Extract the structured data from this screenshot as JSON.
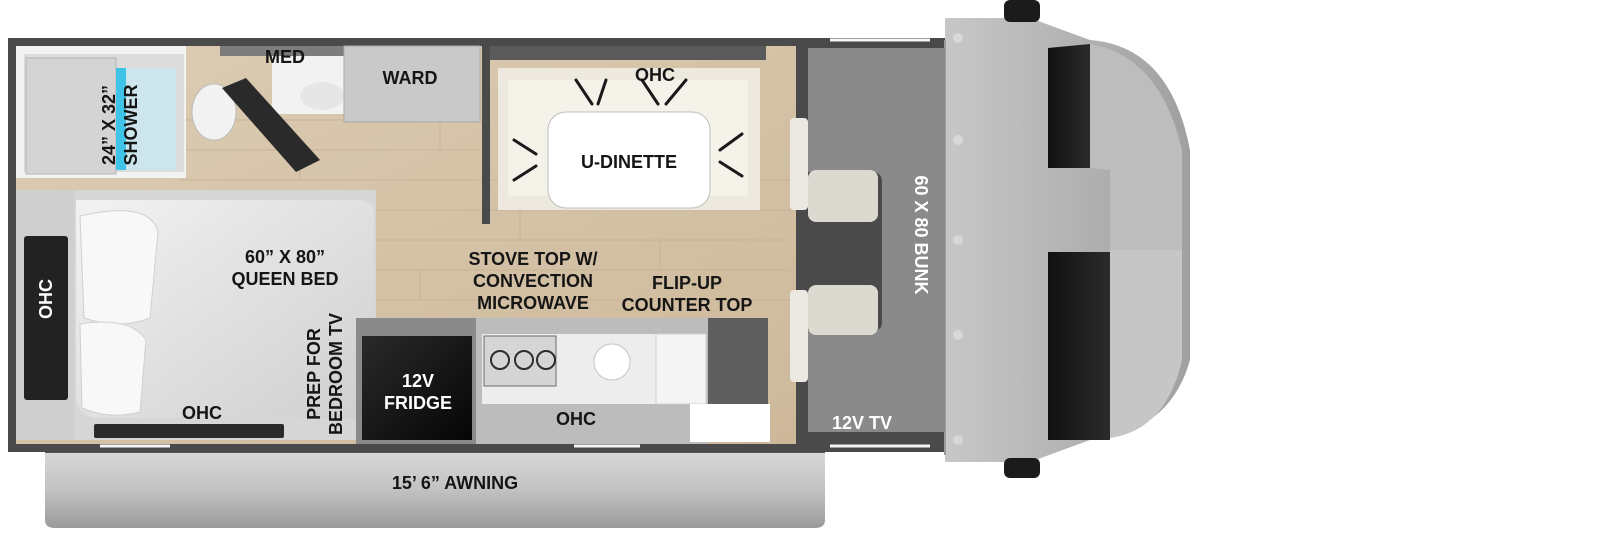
{
  "floorplan": {
    "labels": {
      "shower": "24” X 32”\nSHOWER",
      "shower_line1": "24” X 32”",
      "shower_line2": "SHOWER",
      "med": "MED",
      "ward": "WARD",
      "ohc_dinette": "OHC",
      "u_dinette": "U-DINETTE",
      "queen_bed_line1": "60” X 80”",
      "queen_bed_line2": "QUEEN BED",
      "stove_line1": "STOVE TOP W/",
      "stove_line2": "CONVECTION",
      "stove_line3": "MICROWAVE",
      "flip_line1": "FLIP-UP",
      "flip_line2": "COUNTER TOP",
      "bunk": "60 X 80 BUNK",
      "ohc_side": "OHC",
      "ohc_bed": "OHC",
      "prep_line1": "PREP FOR",
      "prep_line2": "BEDROOM TV",
      "fridge_line1": "12V",
      "fridge_line2": "FRIDGE",
      "ohc_kitchen": "OHC",
      "tv": "12V TV",
      "awning": "15’ 6” AWNING"
    },
    "colors": {
      "floor": "#d9c8ad",
      "walls": "#3a3a3a",
      "cab": "#8e8e8e",
      "awning": "#c9c9c9",
      "fridge": "#111111",
      "shower_accent": "#3fc4e8"
    }
  }
}
